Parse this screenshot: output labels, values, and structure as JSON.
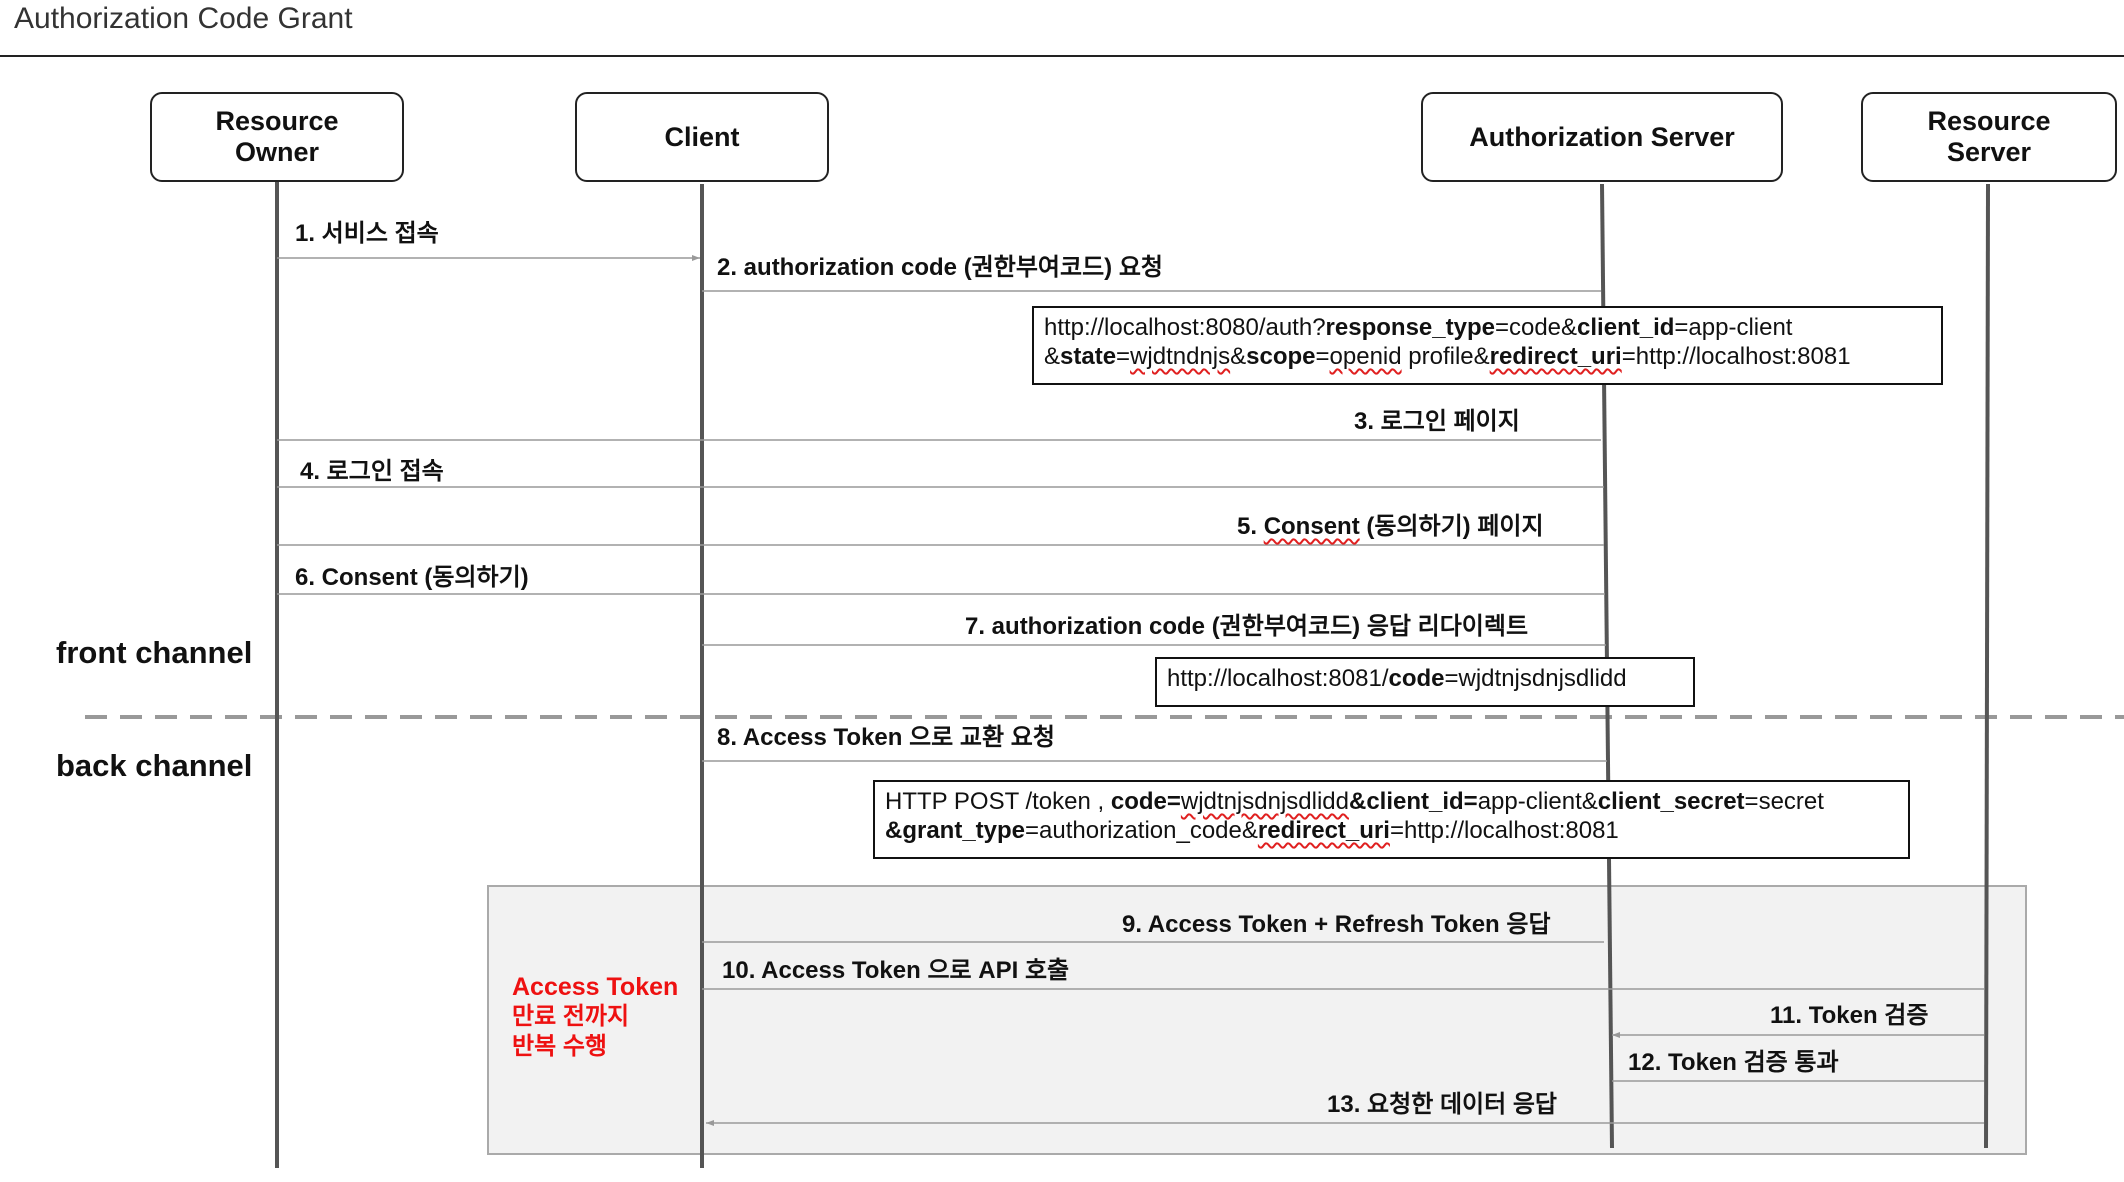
{
  "title": "Authorization Code Grant",
  "participants": [
    {
      "id": "resource-owner",
      "label": "Resource\nOwner"
    },
    {
      "id": "client",
      "label": "Client"
    },
    {
      "id": "authorization-server",
      "label": "Authorization Server"
    },
    {
      "id": "resource-server",
      "label": "Resource\nServer"
    }
  ],
  "messages": {
    "m1": "1. 서비스 접속",
    "m2": "2. authorization code (권한부여코드) 요청",
    "m3": "3. 로그인 페이지",
    "m4": "4. 로그인 접속",
    "m5_num": "5. ",
    "m5_word": "Consent",
    "m5_rest": " (동의하기) 페이지",
    "m6": "6. Consent (동의하기)",
    "m7": "7. authorization code (권한부여코드) 응답 리다이렉트",
    "m8": "8. Access Token 으로 교환 요청",
    "m9": "9. Access Token + Refresh Token 응답",
    "m10": "10. Access Token 으로 API 호출",
    "m11": "11. Token 검증",
    "m12": "12. Token 검증 통과",
    "m13": "13. 요청한 데이터 응답"
  },
  "notes": {
    "auth_url": {
      "l1a": "http://localhost:8080/auth?",
      "l1b": "response_type",
      "l1c": "=code&",
      "l1d": "client_id",
      "l1e": "=app-client",
      "l2a": "&",
      "l2b": "state",
      "l2c": "=",
      "l2d": "wjdtndnjs",
      "l2e": "&",
      "l2f": "scope",
      "l2g": "=",
      "l2h": "openid",
      "l2i": " profile&",
      "l2j": "redirect_uri",
      "l2k": "=http://localhost:8081"
    },
    "redirect_url": {
      "a": "http://localhost:8081/",
      "b": "code",
      "c": "=wjdtnjsdnjsdlidd"
    },
    "token_request": {
      "l1a": "HTTP POST /token , ",
      "l1b": "code=",
      "l1c": "wjdtnjsdnjsdlidd",
      "l1d": "&client_id=",
      "l1e": "app-client&",
      "l1f": "client_secret",
      "l1g": "=secret",
      "l2a": "&grant_type",
      "l2b": "=authorization_code&",
      "l2c": "redirect_uri",
      "l2d": "=http://localhost:8081"
    }
  },
  "channels": {
    "front": "front channel",
    "back": "back channel"
  },
  "loop_note": {
    "line1": "Access Token",
    "line2": "만료 전까지",
    "line3": "반복 수행"
  },
  "colors": {
    "lifeline": "#555555",
    "arrow": "#999999",
    "loop_fill": "#f2f2f2",
    "loop_border": "#aaaaaa",
    "highlight": "#ee1111",
    "squiggle": "#e02020"
  }
}
